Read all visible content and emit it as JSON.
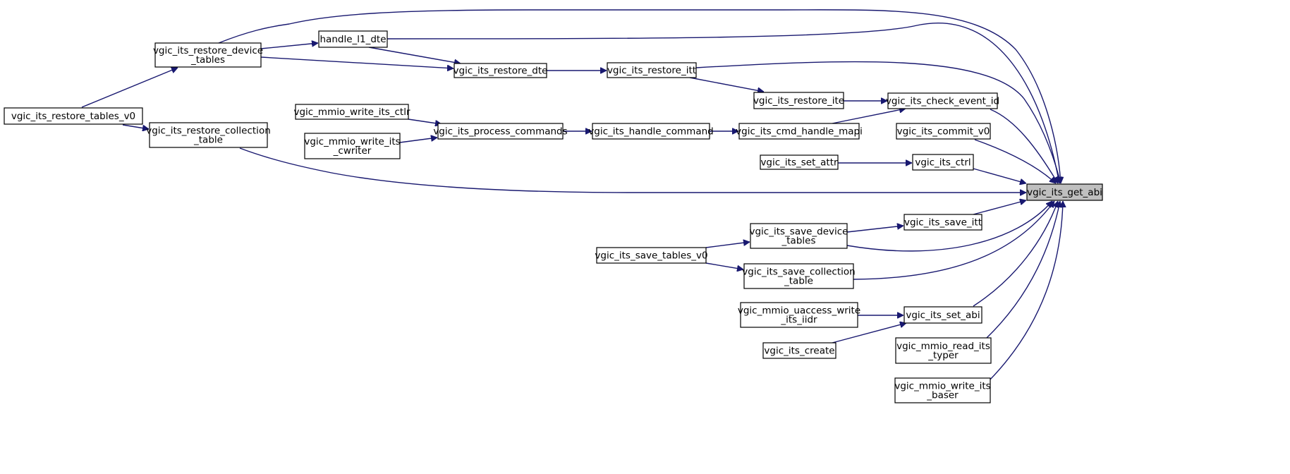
{
  "colors": {
    "edge": "#191970",
    "node_border": "#000000",
    "node_fill": "#ffffff",
    "target_fill": "#bfbfbf"
  },
  "graph": {
    "nodes": [
      {
        "id": "vgic_its_restore_tables_v0",
        "lines": [
          "vgic_its_restore_tables_v0"
        ]
      },
      {
        "id": "vgic_its_restore_device_tables",
        "lines": [
          "vgic_its_restore_device",
          "_tables"
        ]
      },
      {
        "id": "handle_l1_dte",
        "lines": [
          "handle_l1_dte"
        ]
      },
      {
        "id": "vgic_its_restore_dte",
        "lines": [
          "vgic_its_restore_dte"
        ]
      },
      {
        "id": "vgic_its_restore_itt",
        "lines": [
          "vgic_its_restore_itt"
        ]
      },
      {
        "id": "vgic_its_restore_ite",
        "lines": [
          "vgic_its_restore_ite"
        ]
      },
      {
        "id": "vgic_its_check_event_id",
        "lines": [
          "vgic_its_check_event_id"
        ]
      },
      {
        "id": "vgic_its_restore_collection_table",
        "lines": [
          "vgic_its_restore_collection",
          "_table"
        ]
      },
      {
        "id": "vgic_mmio_write_its_ctlr",
        "lines": [
          "vgic_mmio_write_its_ctlr"
        ]
      },
      {
        "id": "vgic_mmio_write_its_cwriter",
        "lines": [
          "vgic_mmio_write_its",
          "_cwriter"
        ]
      },
      {
        "id": "vgic_its_process_commands",
        "lines": [
          "vgic_its_process_commands"
        ]
      },
      {
        "id": "vgic_its_handle_command",
        "lines": [
          "vgic_its_handle_command"
        ]
      },
      {
        "id": "vgic_its_cmd_handle_mapi",
        "lines": [
          "vgic_its_cmd_handle_mapi"
        ]
      },
      {
        "id": "vgic_its_commit_v0",
        "lines": [
          "vgic_its_commit_v0"
        ]
      },
      {
        "id": "vgic_its_set_attr",
        "lines": [
          "vgic_its_set_attr"
        ]
      },
      {
        "id": "vgic_its_ctrl",
        "lines": [
          "vgic_its_ctrl"
        ]
      },
      {
        "id": "vgic_its_get_abi",
        "lines": [
          "vgic_its_get_abi"
        ],
        "target": true
      },
      {
        "id": "vgic_its_save_device_tables",
        "lines": [
          "vgic_its_save_device",
          "_tables"
        ]
      },
      {
        "id": "vgic_its_save_itt",
        "lines": [
          "vgic_its_save_itt"
        ]
      },
      {
        "id": "vgic_its_save_tables_v0",
        "lines": [
          "vgic_its_save_tables_v0"
        ]
      },
      {
        "id": "vgic_its_save_collection_table",
        "lines": [
          "vgic_its_save_collection",
          "_table"
        ]
      },
      {
        "id": "vgic_mmio_uaccess_write_its_iidr",
        "lines": [
          "vgic_mmio_uaccess_write",
          "_its_iidr"
        ]
      },
      {
        "id": "vgic_its_set_abi",
        "lines": [
          "vgic_its_set_abi"
        ]
      },
      {
        "id": "vgic_its_create",
        "lines": [
          "vgic_its_create"
        ]
      },
      {
        "id": "vgic_mmio_read_its_typer",
        "lines": [
          "vgic_mmio_read_its",
          "_typer"
        ]
      },
      {
        "id": "vgic_mmio_write_its_baser",
        "lines": [
          "vgic_mmio_write_its",
          "_baser"
        ]
      }
    ],
    "edges": [
      {
        "from": "vgic_its_restore_tables_v0",
        "to": "vgic_its_restore_device_tables"
      },
      {
        "from": "vgic_its_restore_tables_v0",
        "to": "vgic_its_restore_collection_table"
      },
      {
        "from": "vgic_its_restore_tables_v0",
        "to": "vgic_its_get_abi"
      },
      {
        "from": "vgic_its_restore_device_tables",
        "to": "handle_l1_dte"
      },
      {
        "from": "vgic_its_restore_device_tables",
        "to": "vgic_its_restore_dte"
      },
      {
        "from": "handle_l1_dte",
        "to": "vgic_its_restore_dte"
      },
      {
        "from": "handle_l1_dte",
        "to": "vgic_its_get_abi"
      },
      {
        "from": "vgic_its_restore_dte",
        "to": "vgic_its_restore_itt"
      },
      {
        "from": "vgic_its_restore_itt",
        "to": "vgic_its_restore_ite"
      },
      {
        "from": "vgic_its_restore_itt",
        "to": "vgic_its_get_abi"
      },
      {
        "from": "vgic_its_restore_ite",
        "to": "vgic_its_check_event_id"
      },
      {
        "from": "vgic_its_check_event_id",
        "to": "vgic_its_get_abi"
      },
      {
        "from": "vgic_its_restore_collection_table",
        "to": "vgic_its_get_abi"
      },
      {
        "from": "vgic_mmio_write_its_ctlr",
        "to": "vgic_its_process_commands"
      },
      {
        "from": "vgic_mmio_write_its_cwriter",
        "to": "vgic_its_process_commands"
      },
      {
        "from": "vgic_its_process_commands",
        "to": "vgic_its_handle_command"
      },
      {
        "from": "vgic_its_handle_command",
        "to": "vgic_its_cmd_handle_mapi"
      },
      {
        "from": "vgic_its_cmd_handle_mapi",
        "to": "vgic_its_check_event_id"
      },
      {
        "from": "vgic_its_commit_v0",
        "to": "vgic_its_get_abi"
      },
      {
        "from": "vgic_its_set_attr",
        "to": "vgic_its_ctrl"
      },
      {
        "from": "vgic_its_ctrl",
        "to": "vgic_its_get_abi"
      },
      {
        "from": "vgic_its_save_tables_v0",
        "to": "vgic_its_save_device_tables"
      },
      {
        "from": "vgic_its_save_tables_v0",
        "to": "vgic_its_save_collection_table"
      },
      {
        "from": "vgic_its_save_device_tables",
        "to": "vgic_its_save_itt"
      },
      {
        "from": "vgic_its_save_device_tables",
        "to": "vgic_its_get_abi"
      },
      {
        "from": "vgic_its_save_itt",
        "to": "vgic_its_get_abi"
      },
      {
        "from": "vgic_its_save_collection_table",
        "to": "vgic_its_get_abi"
      },
      {
        "from": "vgic_mmio_uaccess_write_its_iidr",
        "to": "vgic_its_set_abi"
      },
      {
        "from": "vgic_its_create",
        "to": "vgic_its_set_abi"
      },
      {
        "from": "vgic_its_set_abi",
        "to": "vgic_its_get_abi"
      },
      {
        "from": "vgic_mmio_read_its_typer",
        "to": "vgic_its_get_abi"
      },
      {
        "from": "vgic_mmio_write_its_baser",
        "to": "vgic_its_get_abi"
      }
    ]
  }
}
